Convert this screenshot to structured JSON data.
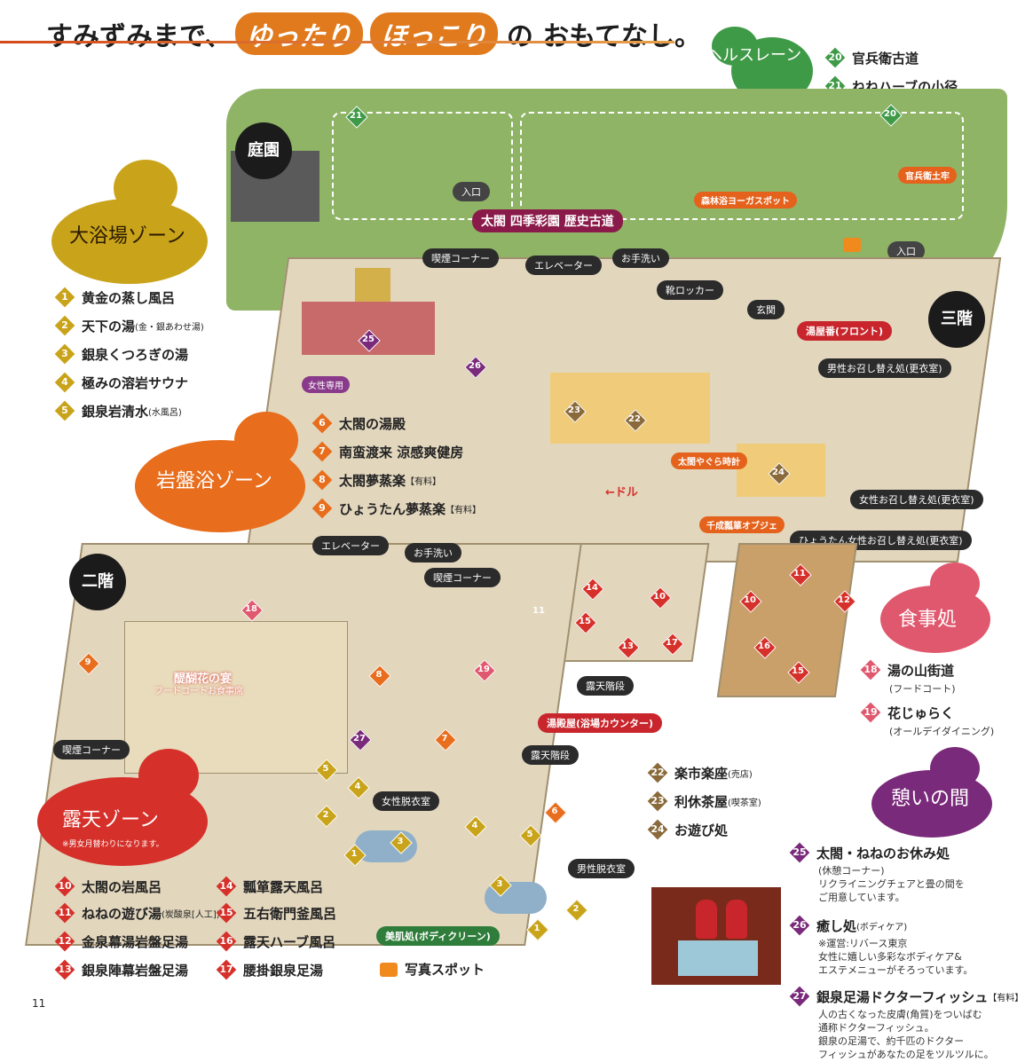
{
  "header": {
    "lead": "すみずみまで、",
    "hl1": "ゆったり",
    "hl2": "ほっこり",
    "tail": "の おもてなし。"
  },
  "colors": {
    "daiyokujo": "#c9a41a",
    "ganban": "#e86d1c",
    "roten": "#d6302a",
    "shokuji": "#e0586e",
    "ikoi": "#7a2a7a",
    "health": "#3f9a47",
    "dark": "#1b1b1b"
  },
  "zones": {
    "health_lane": "ヘルスレーン",
    "daiyokujo": "大浴場ゾーン",
    "ganban": "岩盤浴ゾーン",
    "roten": "露天ゾーン",
    "roten_note": "※男女月替わりになります。",
    "shokuji": "食事処",
    "ikoi": "憩いの間"
  },
  "floors": {
    "garden": "庭園",
    "third": "三階",
    "second": "二階"
  },
  "health_items": [
    {
      "num": "20",
      "label": "官兵衛古道"
    },
    {
      "num": "21",
      "label": "ねねハーブの小径"
    }
  ],
  "daiyokujo_items": [
    {
      "num": "1",
      "label": "黄金の蒸し風呂",
      "sub": ""
    },
    {
      "num": "2",
      "label": "天下の湯",
      "sub": "(金・銀あわせ湯)"
    },
    {
      "num": "3",
      "label": "銀泉くつろぎの湯",
      "sub": ""
    },
    {
      "num": "4",
      "label": "極みの溶岩サウナ",
      "sub": ""
    },
    {
      "num": "5",
      "label": "銀泉岩清水",
      "sub": "(水風呂)"
    }
  ],
  "ganban_items": [
    {
      "num": "6",
      "label": "太閤の湯殿",
      "sub": ""
    },
    {
      "num": "7",
      "label": "南蛮渡来 涼感爽健房",
      "sub": ""
    },
    {
      "num": "8",
      "label": "太閤夢蒸楽",
      "sub": "【有料】"
    },
    {
      "num": "9",
      "label": "ひょうたん夢蒸楽",
      "sub": "【有料】"
    }
  ],
  "roten_items_left": [
    {
      "num": "10",
      "label": "太閤の岩風呂",
      "sub": ""
    },
    {
      "num": "11",
      "label": "ねねの遊び湯",
      "sub": "(炭酸泉[人工])"
    },
    {
      "num": "12",
      "label": "金泉幕湯岩盤足湯",
      "sub": ""
    },
    {
      "num": "13",
      "label": "銀泉陣幕岩盤足湯",
      "sub": ""
    }
  ],
  "roten_items_right": [
    {
      "num": "14",
      "label": "瓢箪露天風呂"
    },
    {
      "num": "15",
      "label": "五右衛門釜風呂"
    },
    {
      "num": "16",
      "label": "露天ハーブ風呂"
    },
    {
      "num": "17",
      "label": "腰掛銀泉足湯"
    }
  ],
  "photo_spot": "写真スポット",
  "shokuji_items": [
    {
      "num": "18",
      "label": "湯の山街道",
      "sub": "(フードコート)"
    },
    {
      "num": "19",
      "label": "花じゅらく",
      "sub": "(オールデイダイニング)"
    }
  ],
  "mid_items": [
    {
      "num": "22",
      "label": "楽市楽座",
      "sub": "(売店)"
    },
    {
      "num": "23",
      "label": "利休茶屋",
      "sub": "(喫茶室)"
    },
    {
      "num": "24",
      "label": "お遊び処",
      "sub": ""
    }
  ],
  "ikoi_items": [
    {
      "num": "25",
      "label": "太閤・ねねのお休み処",
      "sub": "(休憩コーナー)",
      "desc": [
        "リクライニングチェアと畳の間を",
        "ご用意しています。"
      ]
    },
    {
      "num": "26",
      "label": "癒し処",
      "sub": "(ボディケア)",
      "desc": [
        "※運営:リバース東京",
        "女性に嬉しい多彩なボディケア&",
        "エステメニューがそろっています。"
      ]
    },
    {
      "num": "27",
      "label": "銀泉足湯ドクターフィッシュ",
      "sub": "【有料】",
      "desc": [
        "人の古くなった皮膚(角質)をついばむ",
        "通称ドクターフィッシュ。",
        "銀泉の足湯で、約千匹のドクター",
        "フィッシュがあなたの足をツルツルに。"
      ]
    }
  ],
  "map_labels": {
    "taiko_shiki": "太閤 四季彩園 歴史古道",
    "entrance1": "入口",
    "entrance2": "入口",
    "forest_yoga": "森林浴ヨーガスポット",
    "kanbee_dorou": "官兵衛土牢",
    "smoking3": "喫煙コーナー",
    "elevator3": "エレベーター",
    "toilet3": "お手洗い",
    "shoe_locker": "靴ロッカー",
    "genkan": "玄関",
    "front": "湯屋番(フロント)",
    "men_change": "男性お召し替え処(更衣室)",
    "women_change": "女性お召し替え処(更衣室)",
    "hyoutan_women": "ひょうたん女性お召し替え処(更衣室)",
    "women_only": "女性専用",
    "yagura": "太閤やぐら時計",
    "sensei_obje": "千成瓢箪オブジェ",
    "down": "ドル",
    "elevator2": "エレベーター",
    "toilet2": "お手洗い",
    "smoking2a": "喫煙コーナー",
    "smoking2b": "喫煙コーナー",
    "daigo": "醍醐花の宴",
    "daigo_sub": "フードコートお食事席",
    "roten_stairs1": "露天階段",
    "roten_stairs2": "露天階段",
    "yudonoya": "湯殿屋(浴場カウンター)",
    "women_dressing": "女性脱衣室",
    "men_dressing": "男性脱衣室",
    "bihada": "美肌処(ボディクリーン)"
  },
  "page_number": "11"
}
